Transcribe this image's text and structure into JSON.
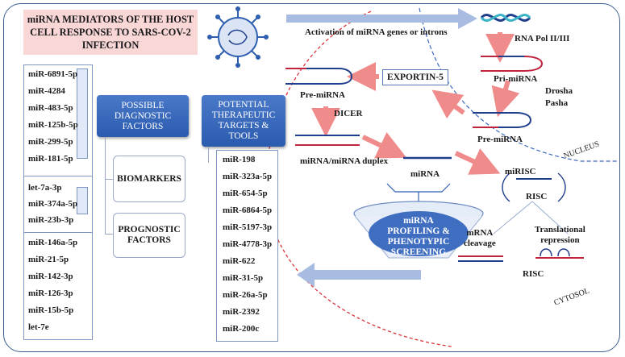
{
  "title": "miRNA MEDIATORS OF THE HOST CELL RESPONSE TO SARS-COV-2 INFECTION",
  "diagnostic_mirnas_up": [
    "miR-6891-5p",
    "miR-4284",
    "miR-483-5p",
    "miR-125b-5p",
    "miR-299-5p",
    "miR-181-5p"
  ],
  "diagnostic_mirnas_down": [
    "let-7a-3p",
    "miR-374a-5p",
    "miR-23b-3p"
  ],
  "diagnostic_mirnas_other": [
    "miR-146a-5p",
    "miR-21-5p",
    "miR-142-3p",
    "miR-126-3p",
    "miR-15b-5p",
    "let-7e"
  ],
  "diagnostic_header": "POSSIBLE DIAGNOSTIC FACTORS",
  "biomarkers_label": "BIOMARKERS",
  "prognostic_label": "PROGNOSTIC FACTORS",
  "therapeutic_header": "POTENTIAL THERAPEUTIC TARGETS & TOOLS",
  "therapeutic_mirnas": [
    "miR-198",
    "miR-323a-5p",
    "miR-654-5p",
    "miR-6864-5p",
    "miR-5197-3p",
    "miR-4778-3p",
    "miR-622",
    "miR-31-5p",
    "miR-26a-5p",
    "miR-2392",
    "miR-200c"
  ],
  "pathway": {
    "activation": "Activation of  miRNA genes or introns",
    "rna_pol": "RNA Pol II/III",
    "pri_mirna": "Pri-miRNA",
    "drosha": "Drosha",
    "pasha": "Pasha",
    "pre_mirna_nucleus": "Pre-miRNA",
    "nucleus": "NUCLEUS",
    "exportin": "EXPORTIN-5",
    "pre_mirna_cyto": "Pre-miRNA",
    "dicer": "DICER",
    "duplex": "miRNA/miRNA duplex",
    "mirna": "miRNA",
    "mirisc": "miRISC",
    "risc": "RISC",
    "mrna_cleavage_1": "mRNA",
    "mrna_cleavage_2": "cleavage",
    "translational_1": "Translational",
    "translational_2": "repression",
    "risc_bottom": "RISC",
    "cytosol": "CYTOSOL",
    "profiling": "miRNA PROFILING & PHENOTYPIC SCREENING"
  },
  "colors": {
    "accent_blue": "#2f5fb0",
    "pink_arrow": "#f08b8b",
    "rna_red": "#c0233b",
    "rna_blue": "#1f3f8c",
    "title_bg": "#f9d7d7"
  }
}
